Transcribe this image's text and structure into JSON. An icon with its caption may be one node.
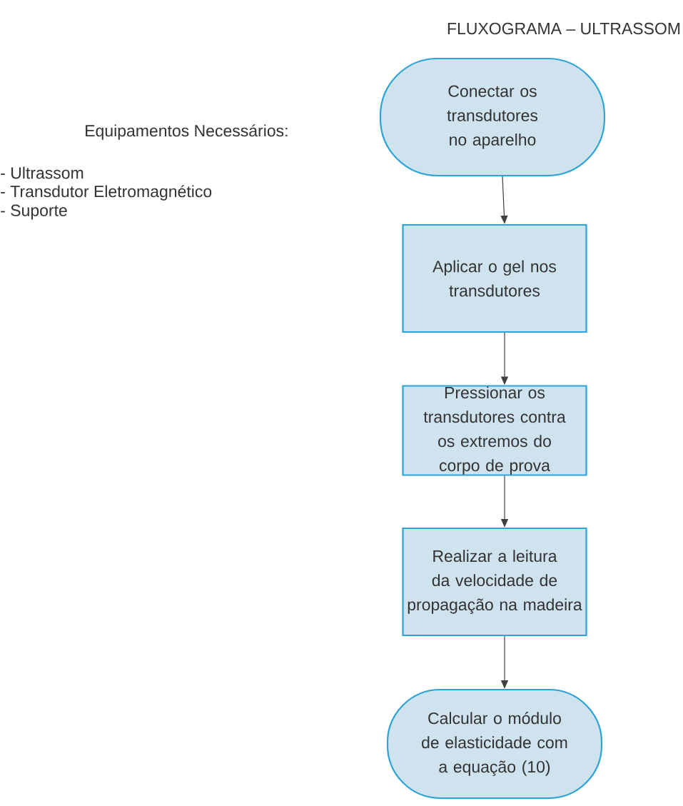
{
  "diagram": {
    "title": "FLUXOGRAMA – ULTRASSOM",
    "nodes": [
      {
        "text": [
          "Conectar os transdutores no aparelho"
        ]
      },
      {
        "text": [
          "Aplicar o gel nos transdutores"
        ]
      },
      {
        "text": [
          "Pressionar os transdutores contra os extremos do corpo de prova"
        ]
      },
      {
        "text": [
          "Realizar a leitura da velocidade de propagação na madeira"
        ]
      },
      {
        "text": [
          "Calcular o módulo de elasticidade com a equação (10)"
        ]
      }
    ],
    "edges": [
      {
        "from": 0,
        "to": 1,
        "arrow": "to"
      },
      {
        "from": 1,
        "to": 2,
        "arrow": "to"
      },
      {
        "from": 2,
        "to": 3,
        "arrow": "to"
      },
      {
        "from": 3,
        "to": 4,
        "arrow": "to"
      }
    ],
    "labels": [
      "Equipamentos Necessários:",
      "- Ultrassom",
      "- Transdutor Eletromagnético",
      "- Suporte"
    ]
  }
}
